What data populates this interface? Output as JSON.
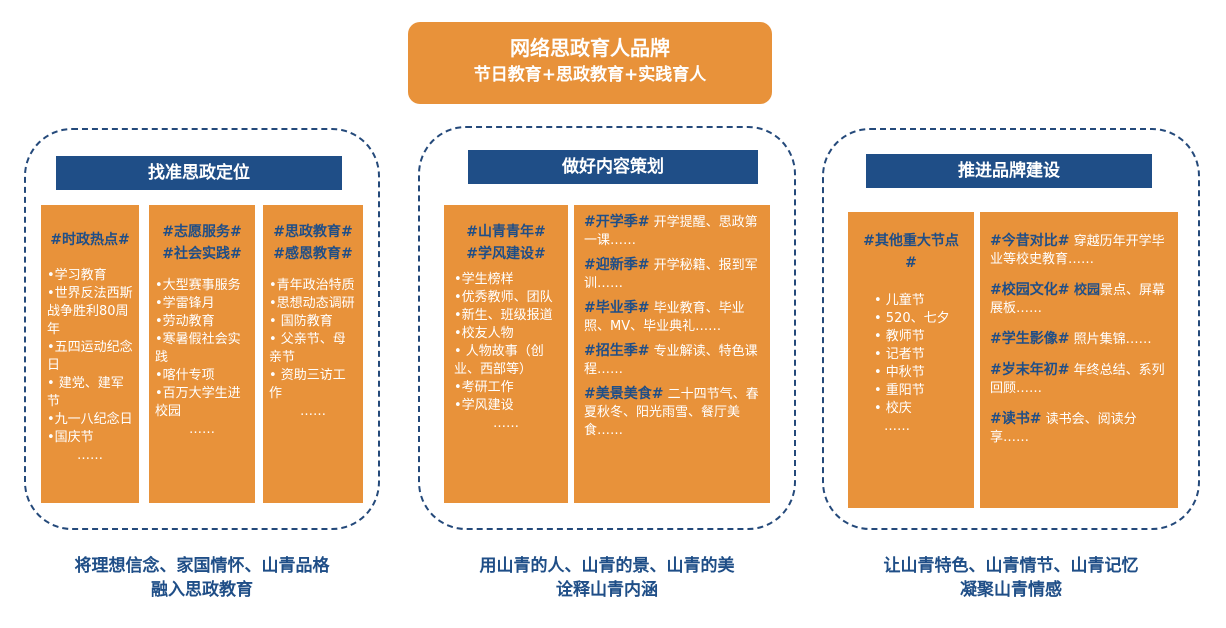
{
  "banner": {
    "title": "网络思政育人品牌",
    "subtitle": "节日教育+思政教育+实践育人"
  },
  "groups": [
    {
      "header": "找准思政定位",
      "footer_line1": "将理想信念、家国情怀、山青品格",
      "footer_line2": "融入思政教育",
      "cards": [
        {
          "title": "#时政热点#",
          "items": [
            "•学习教育",
            "•世界反法西斯战争胜利80周年",
            "•五四运动纪念日",
            "• 建党、建军节",
            "•九一八纪念日",
            "•国庆节"
          ],
          "more": "……"
        },
        {
          "title_line1": "#志愿服务#",
          "title_line2": "#社会实践#",
          "items": [
            "•大型赛事服务",
            "•学雷锋月",
            "•劳动教育",
            "•寒暑假社会实践",
            "•喀什专项",
            "•百万大学生进校园"
          ],
          "more": "……"
        },
        {
          "title_line1": "#思政教育#",
          "title_line2": "#感恩教育#",
          "items": [
            "•青年政治特质",
            "•思想动态调研",
            "• 国防教育",
            "• 父亲节、母亲节",
            "• 资助三访工作"
          ],
          "more": "……"
        }
      ]
    },
    {
      "header": "做好内容策划",
      "footer_line1": "用山青的人、山青的景、山青的美",
      "footer_line2": "诠释山青内涵",
      "cards": [
        {
          "title_line1": "#山青青年#",
          "title_line2": "#学风建设#",
          "items": [
            "•学生榜样",
            "•优秀教师、团队",
            "•新生、班级报道",
            "•校友人物",
            "• 人物故事（创业、西部等）",
            "•考研工作",
            "•学风建设"
          ],
          "more": "……"
        },
        {
          "entries": [
            {
              "tag": "#开学季#",
              "text": " 开学提醒、思政第一课……"
            },
            {
              "tag": "#迎新季#",
              "text": " 开学秘籍、报到军训……"
            },
            {
              "tag": "#毕业季#",
              "text": " 毕业教育、毕业照、MV、毕业典礼……"
            },
            {
              "tag": "#招生季#",
              "text": " 专业解读、特色课程……"
            },
            {
              "tag": "#美景美食#",
              "text": " 二十四节气、春夏秋冬、阳光雨雪、餐厅美食……"
            }
          ]
        }
      ]
    },
    {
      "header": "推进品牌建设",
      "footer_line1": "让山青特色、山青情节、山青记忆",
      "footer_line2": "凝聚山青情感",
      "cards": [
        {
          "title": "#其他重大节点#",
          "items": [
            "• 儿童节",
            "• 520、七夕",
            "• 教师节",
            "• 记者节",
            "• 中秋节",
            "• 重阳节",
            "• 校庆"
          ],
          "more": "……"
        },
        {
          "entries": [
            {
              "tag": "#今昔对比#",
              "text": " 穿越历年开学毕业等校史教育……"
            },
            {
              "tag": "#校园文化#",
              "hl": " 校园",
              "text": "景点、屏幕展板……"
            },
            {
              "tag": "#学生影像#",
              "text": " 照片集锦……"
            },
            {
              "tag": "#岁末年初#",
              "text": " 年终总结、系列回顾……"
            },
            {
              "tag": "#读书#",
              "text": " 读书会、阅读分享……"
            }
          ]
        }
      ]
    }
  ]
}
